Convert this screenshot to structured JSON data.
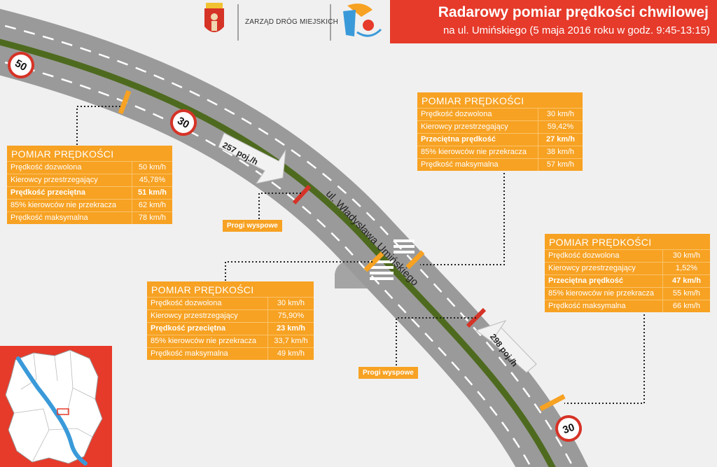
{
  "header": {
    "org_name": "ZARZĄD DRÓG MIEJSKICH",
    "title": "Radarowy pomiar prędkości chwilowej",
    "subtitle": "na ul. Umińskiego (5 maja 2016 roku w godz. 9:45-13:15)"
  },
  "street_name": "ul. Władysława Umińskiego",
  "speed_signs": [
    "50",
    "30",
    "30"
  ],
  "flows": [
    "257 poj./h",
    "298 poj./h"
  ],
  "speed_bumps_label": "Progi wyspowe",
  "panels": [
    {
      "title": "POMIAR PRĘDKOŚCI",
      "rows": [
        {
          "label": "Prędkość dozwolona",
          "value": "50 km/h",
          "bold": false
        },
        {
          "label": "Kierowcy przestrzegający",
          "value": "45,78%",
          "bold": false
        },
        {
          "label": "Prędkość przeciętna",
          "value": "51 km/h",
          "bold": true
        },
        {
          "label": "85% kierowców nie przekracza",
          "value": "62 km/h",
          "bold": false
        },
        {
          "label": "Prędkość maksymalna",
          "value": "78 km/h",
          "bold": false
        }
      ]
    },
    {
      "title": "POMIAR PRĘDKOŚCI",
      "rows": [
        {
          "label": "Prędkość dozwolona",
          "value": "30 km/h",
          "bold": false
        },
        {
          "label": "Kierowcy przestrzegający",
          "value": "59,42%",
          "bold": false
        },
        {
          "label": "Przeciętna prędkość",
          "value": "27 km/h",
          "bold": true
        },
        {
          "label": "85% kierowców nie przekracza",
          "value": "38 km/h",
          "bold": false
        },
        {
          "label": "Prędkość maksymalna",
          "value": "57 km/h",
          "bold": false
        }
      ]
    },
    {
      "title": "POMIAR PRĘDKOŚCI",
      "rows": [
        {
          "label": "Prędkość dozwolona",
          "value": "30 km/h",
          "bold": false
        },
        {
          "label": "Kierowcy przestrzegający",
          "value": "75,90%",
          "bold": false
        },
        {
          "label": "Prędkość przeciętna",
          "value": "23 km/h",
          "bold": true
        },
        {
          "label": "85% kierowców nie przekracza",
          "value": "33,7 km/h",
          "bold": false
        },
        {
          "label": "Prędkość maksymalna",
          "value": "49 km/h",
          "bold": false
        }
      ]
    },
    {
      "title": "POMIAR PRĘDKOŚCI",
      "rows": [
        {
          "label": "Prędkość dozwolona",
          "value": "30 km/h",
          "bold": false
        },
        {
          "label": "Kierowcy przestrzegający",
          "value": "1,52%",
          "bold": false
        },
        {
          "label": "Przeciętna prędkość",
          "value": "47 km/h",
          "bold": true
        },
        {
          "label": "85% kierowców nie przekracza",
          "value": "55 km/h",
          "bold": false
        },
        {
          "label": "Prędkość maksymalna",
          "value": "66 km/h",
          "bold": false
        }
      ]
    }
  ],
  "colors": {
    "accent_red": "#e63a2a",
    "panel_orange": "#f7a223",
    "road_gray": "#9a9a9a",
    "median_green": "#4e6a1e",
    "river_blue": "#3a9ad9"
  }
}
